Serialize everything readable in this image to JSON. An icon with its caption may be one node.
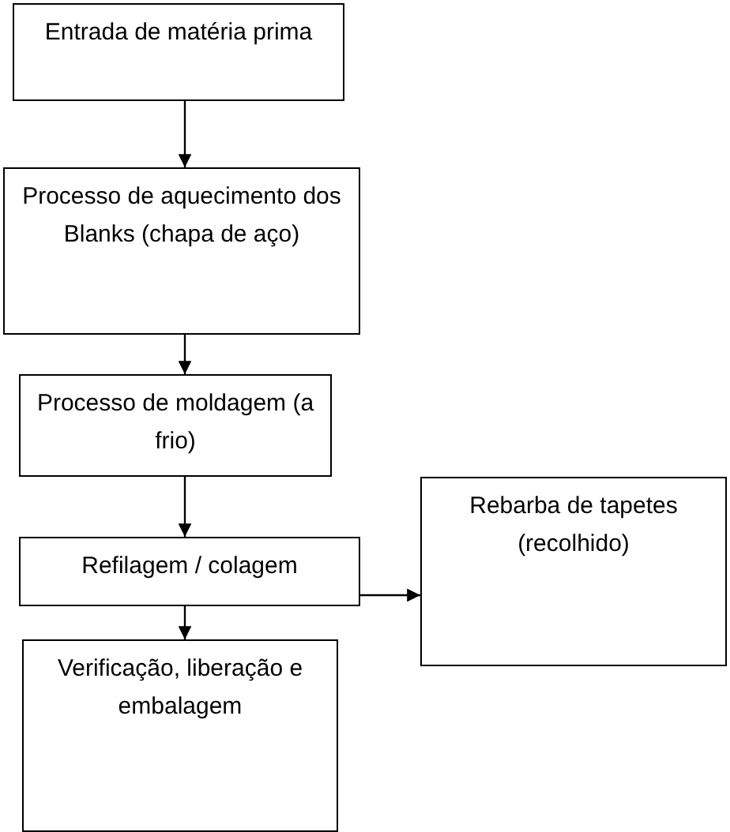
{
  "diagram": {
    "nodes": [
      {
        "text": [
          "Entrada de matéria prima"
        ]
      },
      {
        "text": [
          "Processo de aquecimento dos Blanks (chapa de aço)"
        ]
      },
      {
        "text": [
          "Processo de moldagem (a frio)"
        ]
      },
      {
        "text": [
          "Refilagem / colagem"
        ]
      },
      {
        "text": [
          "Verificação, liberação e embalagem"
        ]
      },
      {
        "text": [
          "Rebarba de tapetes (recolhido)"
        ]
      }
    ],
    "edges": [
      {
        "from": 0,
        "to": 1,
        "arrow": "to"
      },
      {
        "from": 1,
        "to": 2,
        "arrow": "to"
      },
      {
        "from": 2,
        "to": 3,
        "arrow": "to"
      },
      {
        "from": 3,
        "to": 4,
        "arrow": "to"
      },
      {
        "from": 3,
        "to": 5,
        "arrow": "to"
      }
    ]
  }
}
